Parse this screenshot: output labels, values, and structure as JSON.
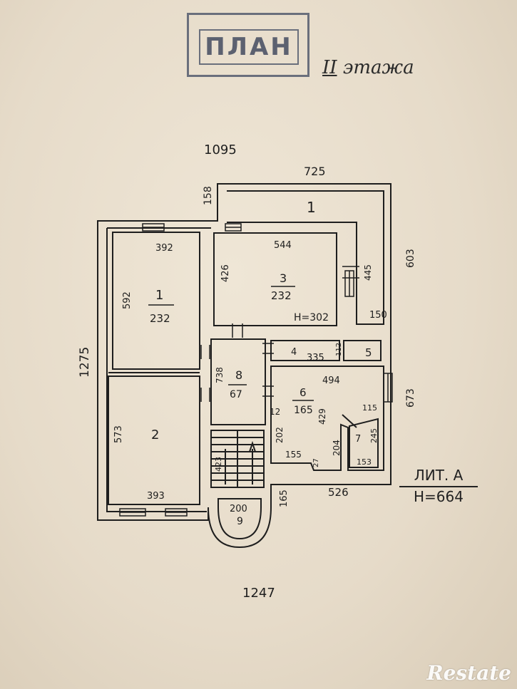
{
  "stamp": {
    "text": "ПЛАН"
  },
  "floor": {
    "roman": "II",
    "word": "этажа"
  },
  "outer_dims": {
    "top": "1095",
    "top_right": "725",
    "left": "1275",
    "bottom": "1247",
    "left_notch": "158",
    "right_upper": "603",
    "right_lower": "673",
    "bottom_right": "526",
    "bottom_step": "165"
  },
  "rooms": [
    {
      "num": "1",
      "area": "232",
      "dims": [
        "392",
        "592"
      ]
    },
    {
      "num": "2",
      "area": "",
      "dims": [
        "573",
        "393"
      ]
    },
    {
      "num": "3",
      "area": "232",
      "dims": [
        "544",
        "426",
        "445"
      ],
      "height": "Н=302"
    },
    {
      "num": "4",
      "area": "",
      "dims": [
        "335",
        "112"
      ]
    },
    {
      "num": "5",
      "area": "",
      "dims": []
    },
    {
      "num": "6",
      "area": "165",
      "dims": [
        "494",
        "12",
        "429",
        "202",
        "155",
        "27",
        "204",
        "115"
      ]
    },
    {
      "num": "7",
      "area": "",
      "dims": [
        "245",
        "153"
      ]
    },
    {
      "num": "8",
      "area": "67",
      "dims": [
        "738"
      ]
    },
    {
      "num": "9",
      "area": "",
      "dims": [
        "200"
      ]
    }
  ],
  "top_room": {
    "num": "1",
    "dim": "150"
  },
  "stairs": {
    "dim": "423"
  },
  "lit": {
    "line1": "ЛИТ. А",
    "line2": "Н=664"
  },
  "watermark": "Restate"
}
